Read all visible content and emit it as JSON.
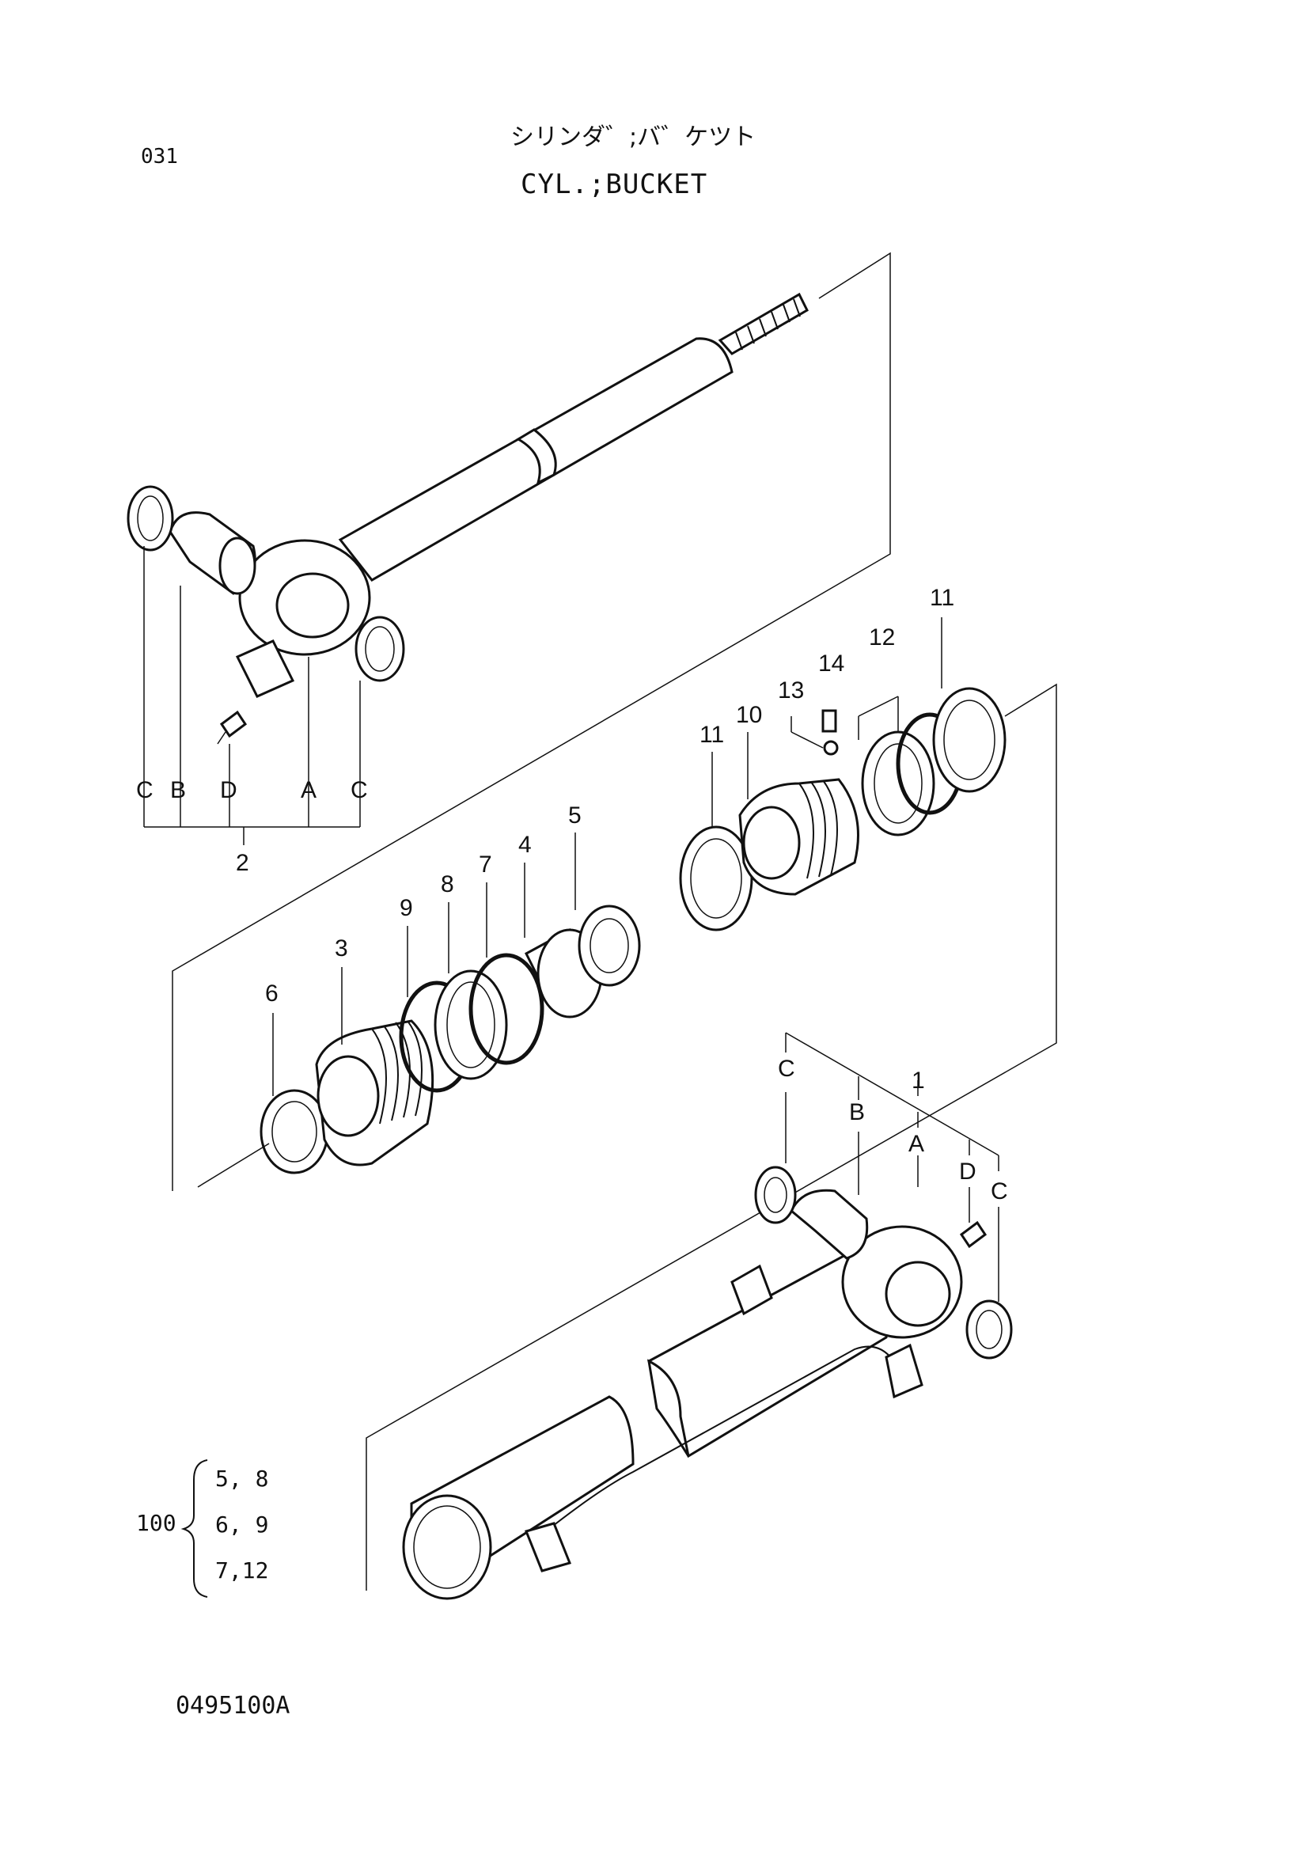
{
  "header": {
    "sheet_number": "031",
    "title_jp": "シリンダ゛;バ゛ケツト",
    "title_en": "CYL.;BUCKET"
  },
  "footer": {
    "figure_code": "0495100A"
  },
  "callouts": {
    "rod_group": {
      "letters": [
        "C",
        "B",
        "D",
        "A",
        "C"
      ],
      "assembly": "2"
    },
    "piston_group": {
      "n6": "6",
      "n3": "3",
      "n9": "9",
      "n8": "8",
      "n7": "7",
      "n4": "4",
      "n5": "5",
      "n11a": "11",
      "n10": "10",
      "n13": "13",
      "n14": "14",
      "n12": "12",
      "n11b": "11"
    },
    "tube_group": {
      "C1": "C",
      "B": "B",
      "n1": "1",
      "A": "A",
      "D": "D",
      "C2": "C"
    }
  },
  "seal_kit": {
    "number": "100",
    "items": [
      "5, 8",
      "6, 9",
      "7,12"
    ]
  }
}
